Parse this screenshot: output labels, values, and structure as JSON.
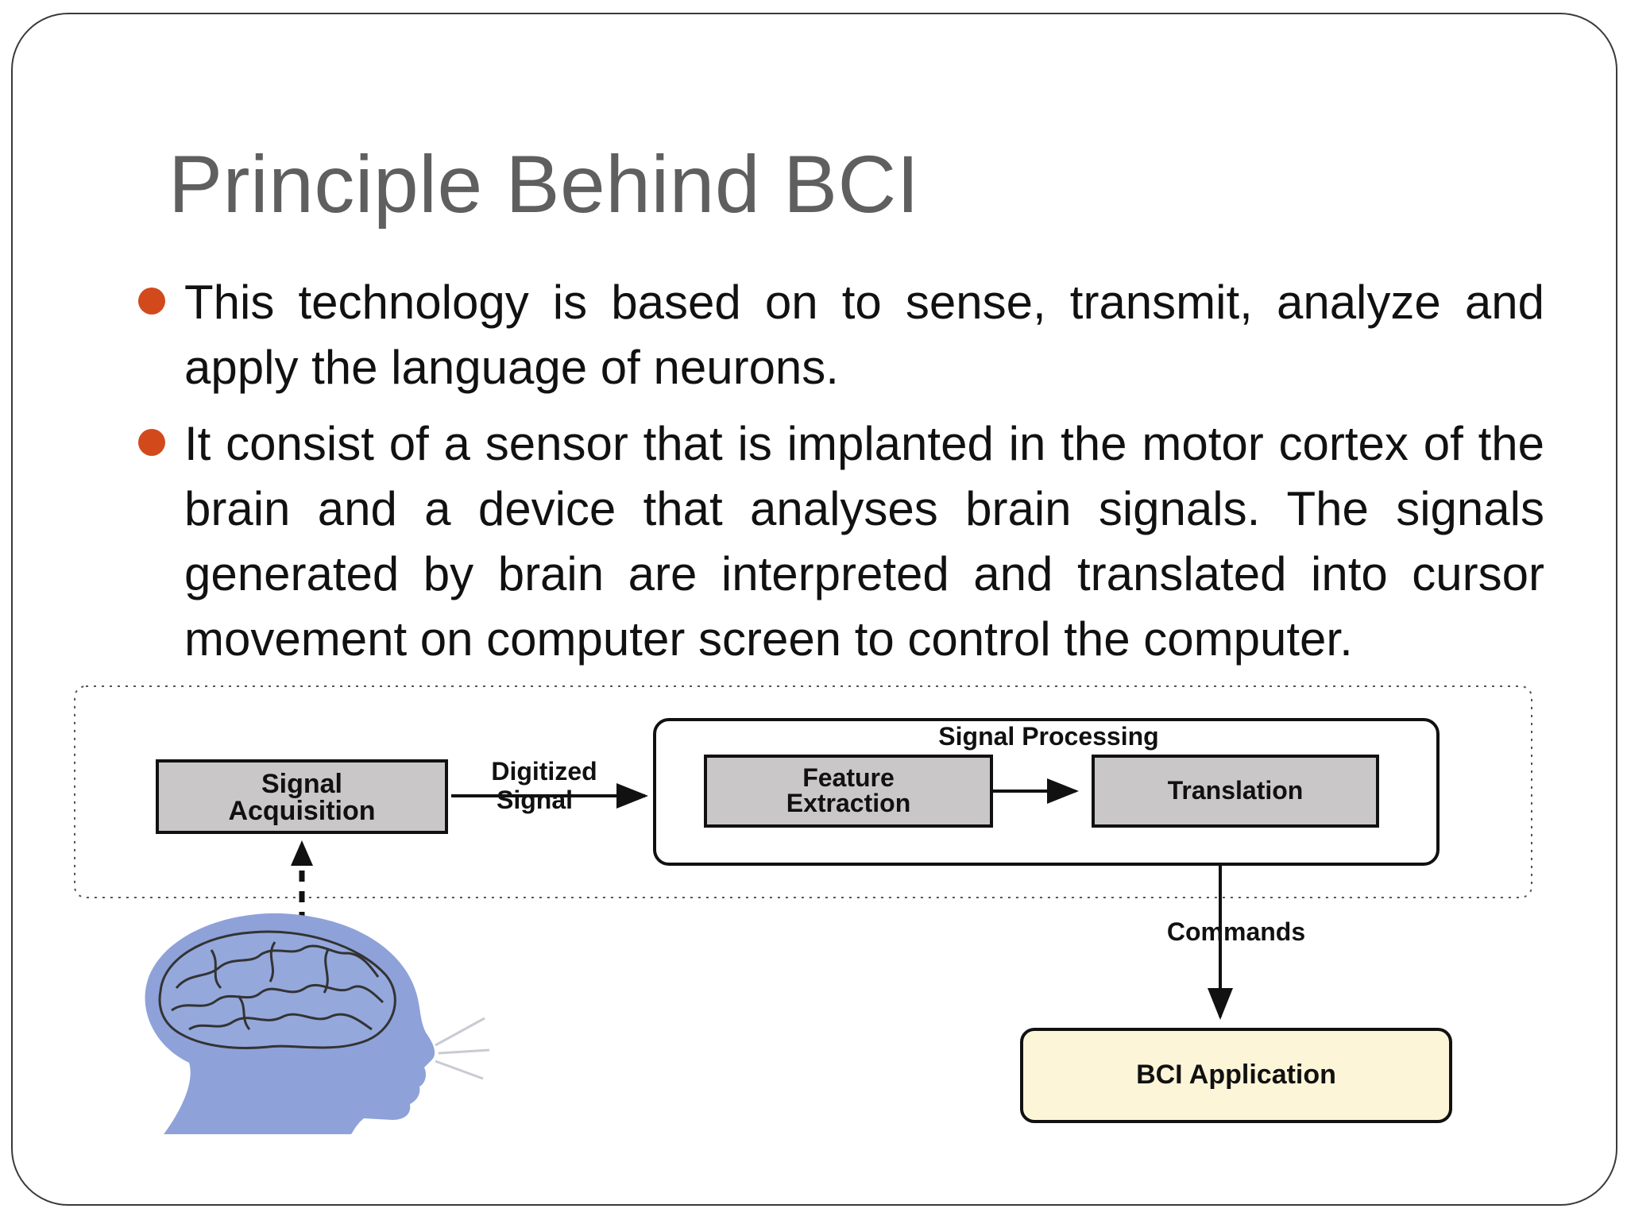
{
  "slide": {
    "title": "Principle Behind BCI",
    "bullets": [
      "This technology is based on to sense, transmit, analyze and apply the language of neurons.",
      "It consist of a sensor that is implanted in the motor cortex of the brain and a device that analyses brain signals. The signals generated by brain are interpreted and translated into cursor movement on computer screen to control the computer."
    ],
    "bullet_color": "#d24a1c"
  },
  "diagram": {
    "signal_acquisition": [
      "Signal",
      "Acquisition"
    ],
    "digitized_signal": [
      "Digitized",
      "Signal"
    ],
    "signal_processing": "Signal Processing",
    "feature_extraction": [
      "Feature",
      "Extraction"
    ],
    "translation": "Translation",
    "commands": "Commands",
    "bci_application": "BCI Application",
    "box_fill": "#c9c7c8",
    "app_fill": "#fdf5d8",
    "head_color": "#8ea2d9"
  }
}
